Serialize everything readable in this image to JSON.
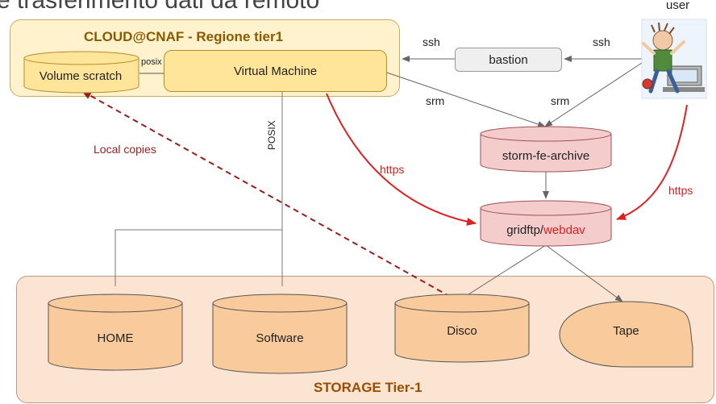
{
  "page": {
    "title": "e trasferimento dati da remoto"
  },
  "user": {
    "label": "user"
  },
  "cloud": {
    "title": "CLOUD@CNAF - Regione tier1",
    "volume_scratch": "Volume scratch",
    "posix_small": "posix",
    "virtual_machine": "Virtual Machine"
  },
  "access": {
    "bastion": "bastion",
    "ssh_left": "ssh",
    "ssh_right": "ssh",
    "srm_left": "srm",
    "srm_right": "srm",
    "https_left": "https",
    "https_right": "https"
  },
  "services": {
    "storm": "storm-fe-archive",
    "gridftp": "gridftp/",
    "webdav": "webdav"
  },
  "links": {
    "local_copies": "Local copies",
    "posix_vertical": "POSIX"
  },
  "storage": {
    "title": "STORAGE Tier-1",
    "home": "HOME",
    "software": "Software",
    "disco": "Disco",
    "tape": "Tape"
  },
  "colors": {
    "cloud_panel": "#fff2cc",
    "vm": "#ffe599",
    "storage_panel": "#fce4d3",
    "cylinder": "#f9cb9c",
    "service": "#f4cccc",
    "https_arrow": "#e02020",
    "dashed_arrow": "#9b1c1c"
  }
}
